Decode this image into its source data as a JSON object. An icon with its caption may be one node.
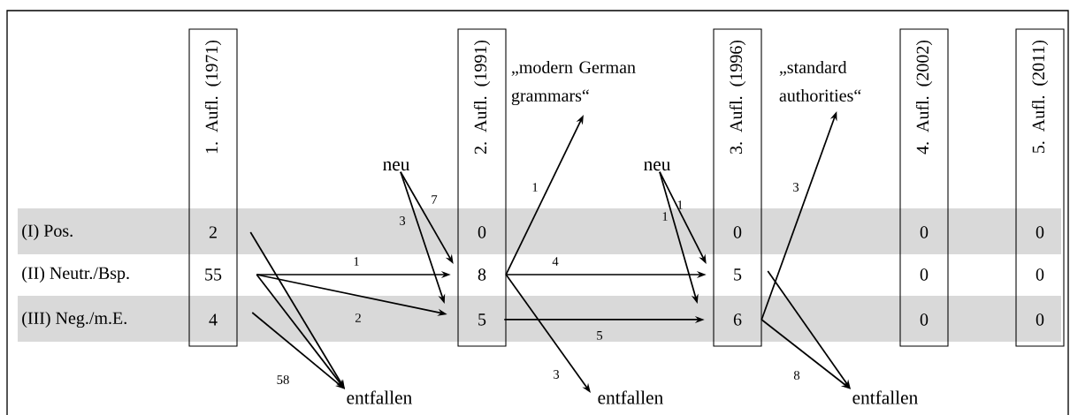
{
  "diagram": {
    "nodes": [
      {
        "text": [
          "1. Aufl. (1971)"
        ]
      },
      {
        "text": [
          "2"
        ],
        "in": 0
      },
      {
        "text": [
          "55"
        ],
        "in": 0
      },
      {
        "text": [
          "4"
        ],
        "in": 0
      },
      {
        "text": [
          "neu"
        ]
      },
      {
        "text": [
          "2. Aufl. (1991)"
        ]
      },
      {
        "text": [
          "0"
        ],
        "in": 5
      },
      {
        "text": [
          "8"
        ],
        "in": 5
      },
      {
        "text": [
          "5"
        ],
        "in": 5
      },
      {
        "text": [
          "„modern German grammars“"
        ]
      },
      {
        "text": [
          "neu"
        ]
      },
      {
        "text": [
          "3. Aufl. (1996)"
        ]
      },
      {
        "text": [
          "0"
        ],
        "in": 11
      },
      {
        "text": [
          "5"
        ],
        "in": 11
      },
      {
        "text": [
          "6"
        ],
        "in": 11
      },
      {
        "text": [
          "„standard authorities“"
        ]
      },
      {
        "text": [
          "4. Aufl. (2002)"
        ]
      },
      {
        "text": [
          "0"
        ],
        "in": 16
      },
      {
        "text": [
          "0"
        ],
        "in": 16
      },
      {
        "text": [
          "0"
        ],
        "in": 16
      },
      {
        "text": [
          "5. Aufl. (2011)"
        ]
      },
      {
        "text": [
          "0"
        ],
        "in": 20
      },
      {
        "text": [
          "0"
        ],
        "in": 20
      },
      {
        "text": [
          "0"
        ],
        "in": 20
      },
      {
        "text": [
          "entfallen"
        ]
      },
      {
        "text": [
          "entfallen"
        ]
      },
      {
        "text": [
          "entfallen"
        ]
      }
    ],
    "edges": [
      {
        "from": 1,
        "to": 24,
        "arrow": "to"
      },
      {
        "from": 2,
        "to": 7,
        "arrow": "to",
        "label": "1"
      },
      {
        "from": 2,
        "to": 8,
        "arrow": "to",
        "label": "2"
      },
      {
        "from": 2,
        "to": 24,
        "arrow": "to"
      },
      {
        "from": 3,
        "to": 24,
        "arrow": "to",
        "label": "58"
      },
      {
        "from": 4,
        "to": 7,
        "arrow": "to",
        "label": "7"
      },
      {
        "from": 4,
        "to": 8,
        "arrow": "to",
        "label": "3"
      },
      {
        "from": 7,
        "to": 9,
        "arrow": "to",
        "label": "1"
      },
      {
        "from": 7,
        "to": 13,
        "arrow": "to",
        "label": "4"
      },
      {
        "from": 7,
        "to": 25,
        "arrow": "to",
        "label": "3"
      },
      {
        "from": 8,
        "to": 14,
        "arrow": "to",
        "label": "5"
      },
      {
        "from": 10,
        "to": 13,
        "arrow": "to",
        "label": "1"
      },
      {
        "from": 10,
        "to": 14,
        "arrow": "to",
        "label": "1"
      },
      {
        "from": 14,
        "to": 15,
        "arrow": "to",
        "label": "3"
      },
      {
        "from": 13,
        "to": 26,
        "arrow": "to"
      },
      {
        "from": 14,
        "to": 26,
        "arrow": "to",
        "label": "8"
      }
    ],
    "labels": [
      "(I) Pos.",
      "(II) Neutr./Bsp.",
      "(III) Neg./m.E."
    ]
  }
}
